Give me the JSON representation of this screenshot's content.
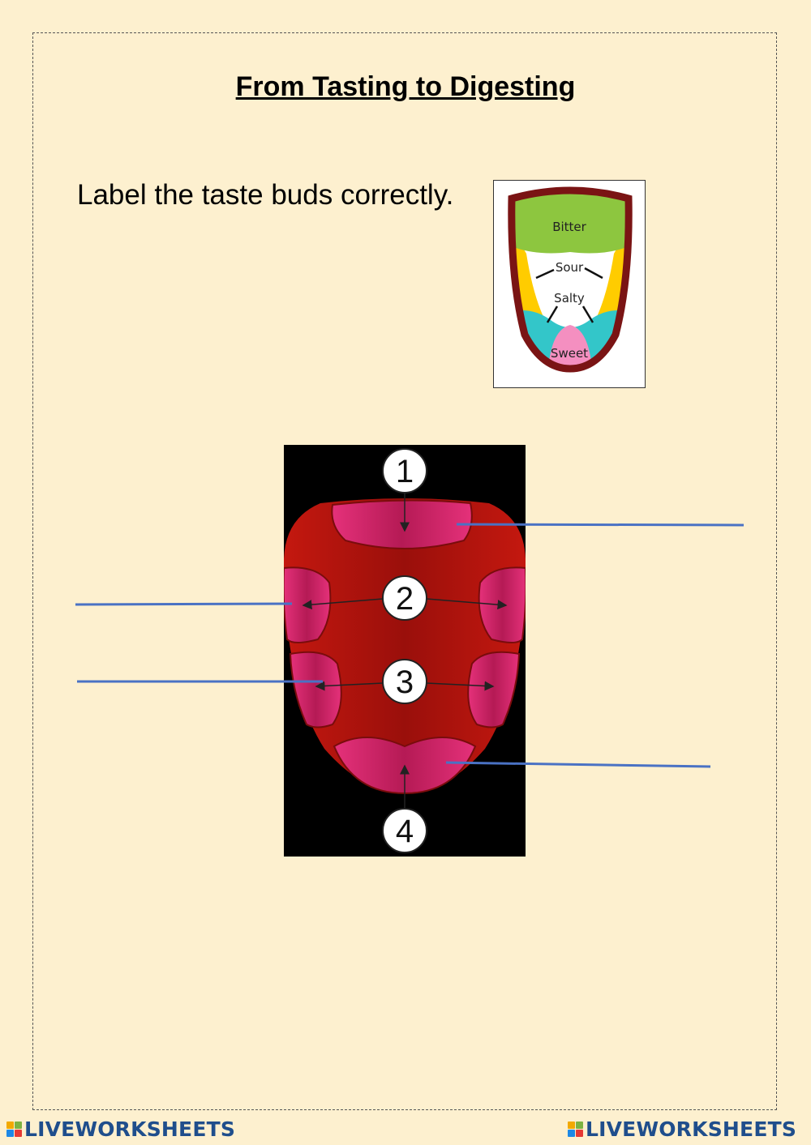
{
  "worksheet": {
    "title": "From Tasting to Digesting",
    "instruction": "Label the taste buds correctly."
  },
  "reference_tongue": {
    "labels": {
      "bitter": "Bitter",
      "sour": "Sour",
      "salty": "Salty",
      "sweet": "Sweet"
    },
    "colors": {
      "outline": "#7a1414",
      "bitter": "#8dc63f",
      "sour": "#ffcc00",
      "salty": "#ffffff",
      "sweet_side": "#33c6c9",
      "sweet_tip": "#f48fc0"
    }
  },
  "tongue_diagram": {
    "numbers": {
      "n1": "1",
      "n2": "2",
      "n3": "3",
      "n4": "4"
    },
    "colors": {
      "background": "#000000",
      "tongue": "#b3140f",
      "taste_zone": "#e0306f",
      "number_circle": "#ffffff"
    }
  },
  "answer_blanks": {
    "line_color": "#4a72c4",
    "values": [
      "",
      "",
      "",
      ""
    ]
  },
  "footer": {
    "brand": "LIVEWORKSHEETS",
    "logo_colors": [
      "#f2a900",
      "#7cb342",
      "#1e88e5",
      "#e53935"
    ]
  }
}
